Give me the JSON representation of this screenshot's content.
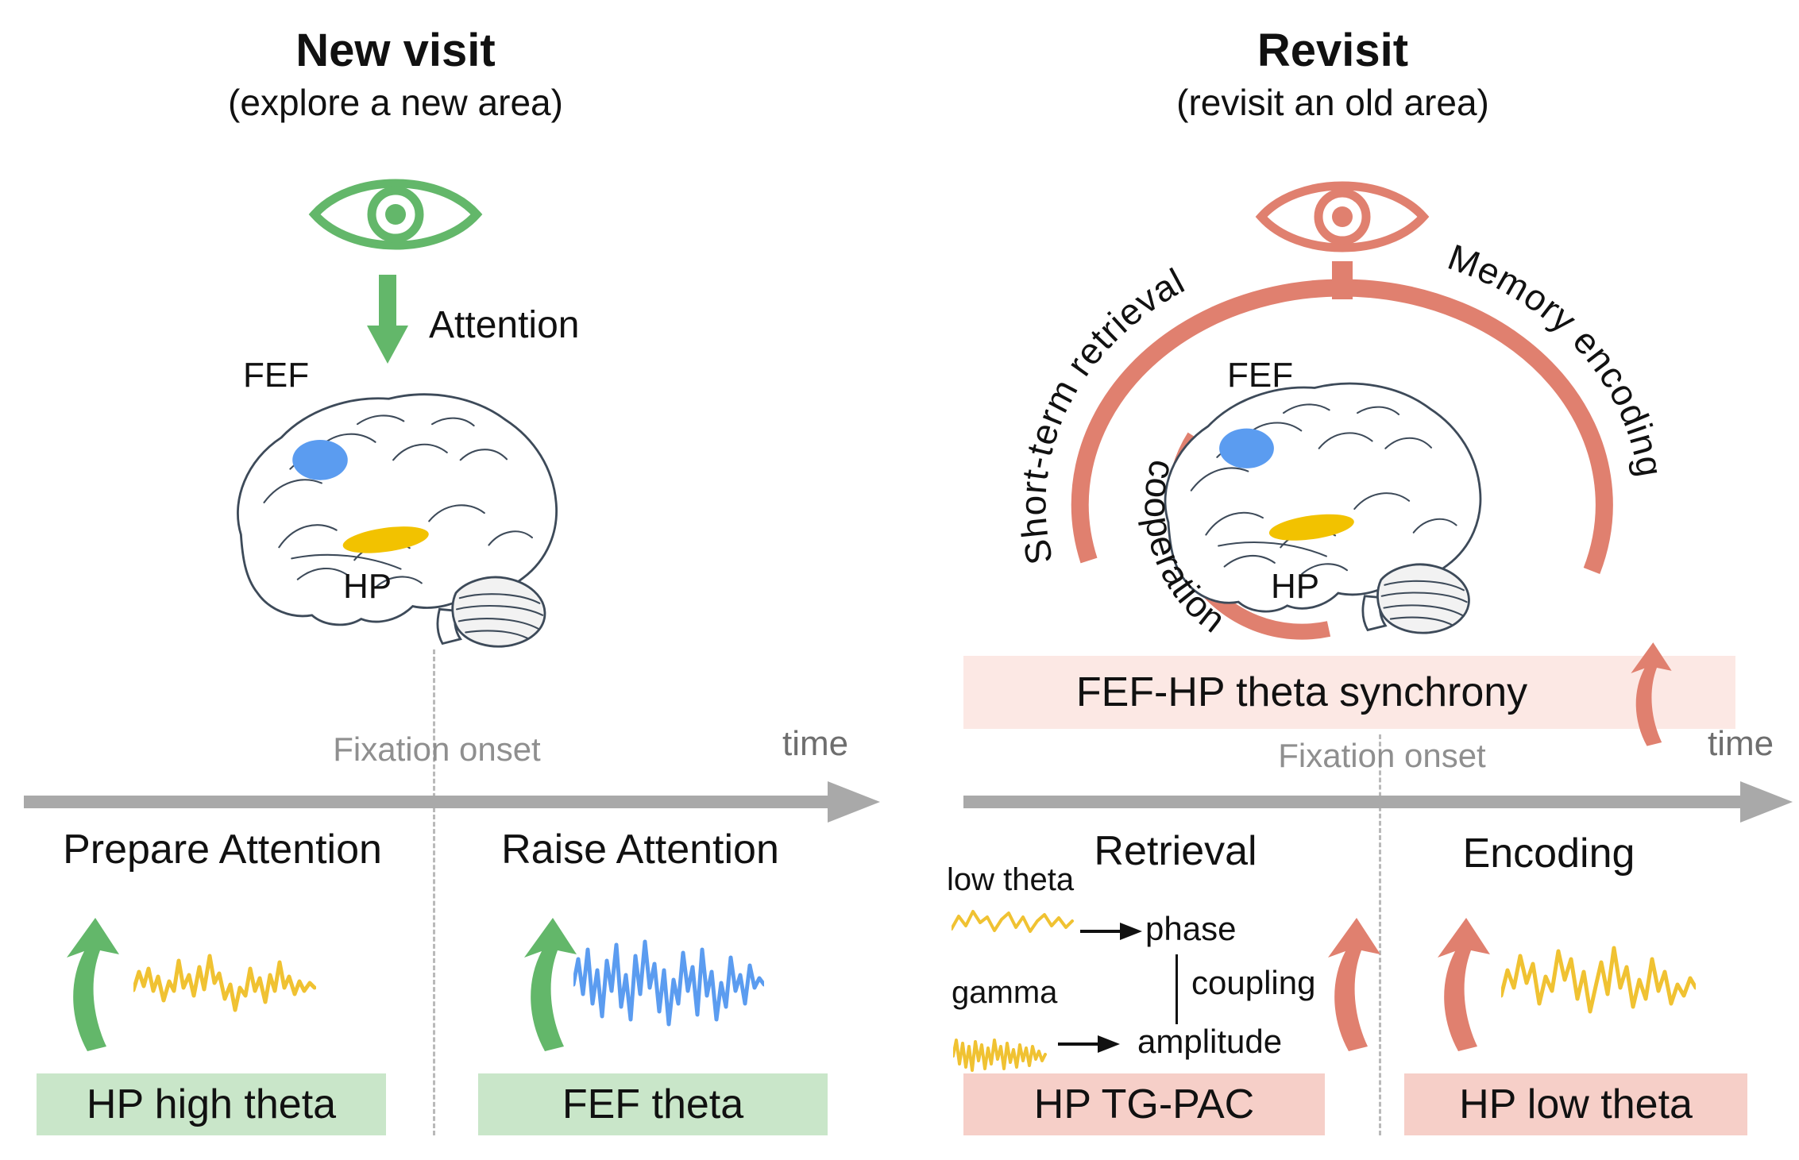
{
  "figure": {
    "left": {
      "title": "New visit",
      "subtitle": "(explore a new area)",
      "attention": "Attention",
      "fef": "FEF",
      "hp": "HP",
      "fixation_onset": "Fixation onset",
      "time": "time",
      "pre_label": "Prepare Attention",
      "post_label": "Raise Attention",
      "pre_box": "HP high theta",
      "post_box": "FEF theta"
    },
    "right": {
      "title": "Revisit",
      "subtitle": "(revisit an old area)",
      "arc_left": "Short-term retrieval",
      "arc_right": "Memory encoding",
      "arc_inner": "cooperation",
      "fef": "FEF",
      "hp": "HP",
      "synchrony": "FEF-HP theta synchrony",
      "fixation_onset": "Fixation onset",
      "time": "time",
      "pre_label": "Retrieval",
      "post_label": "Encoding",
      "low_theta": "low theta",
      "gamma": "gamma",
      "phase": "phase",
      "amplitude": "amplitude",
      "coupling": "coupling",
      "pre_box": "HP TG-PAC",
      "post_box": "HP low theta"
    }
  },
  "colors": {
    "green": "#63b76a",
    "green-box": "#c9e6c9",
    "salmon": "#e0806f",
    "pink-bar": "#fce8e4",
    "pink-box": "#f6cfc8",
    "blue": "#5b9cf0",
    "yellow": "#f0c232",
    "gold": "#f2c200",
    "gray-line": "#a9a9a9",
    "gray-text": "#8f8f8f",
    "brain-line": "#3d4a59"
  },
  "icons": {
    "eye": "eye-icon",
    "attention_arrow": "arrow-down-icon",
    "increase_arrow": "curved-up-arrow-icon",
    "timeline": "timeline-right-arrow-icon",
    "waveforms": [
      "hp-high-theta-wave",
      "fef-theta-wave",
      "low-theta-wave",
      "gamma-wave",
      "hp-low-theta-wave"
    ]
  }
}
